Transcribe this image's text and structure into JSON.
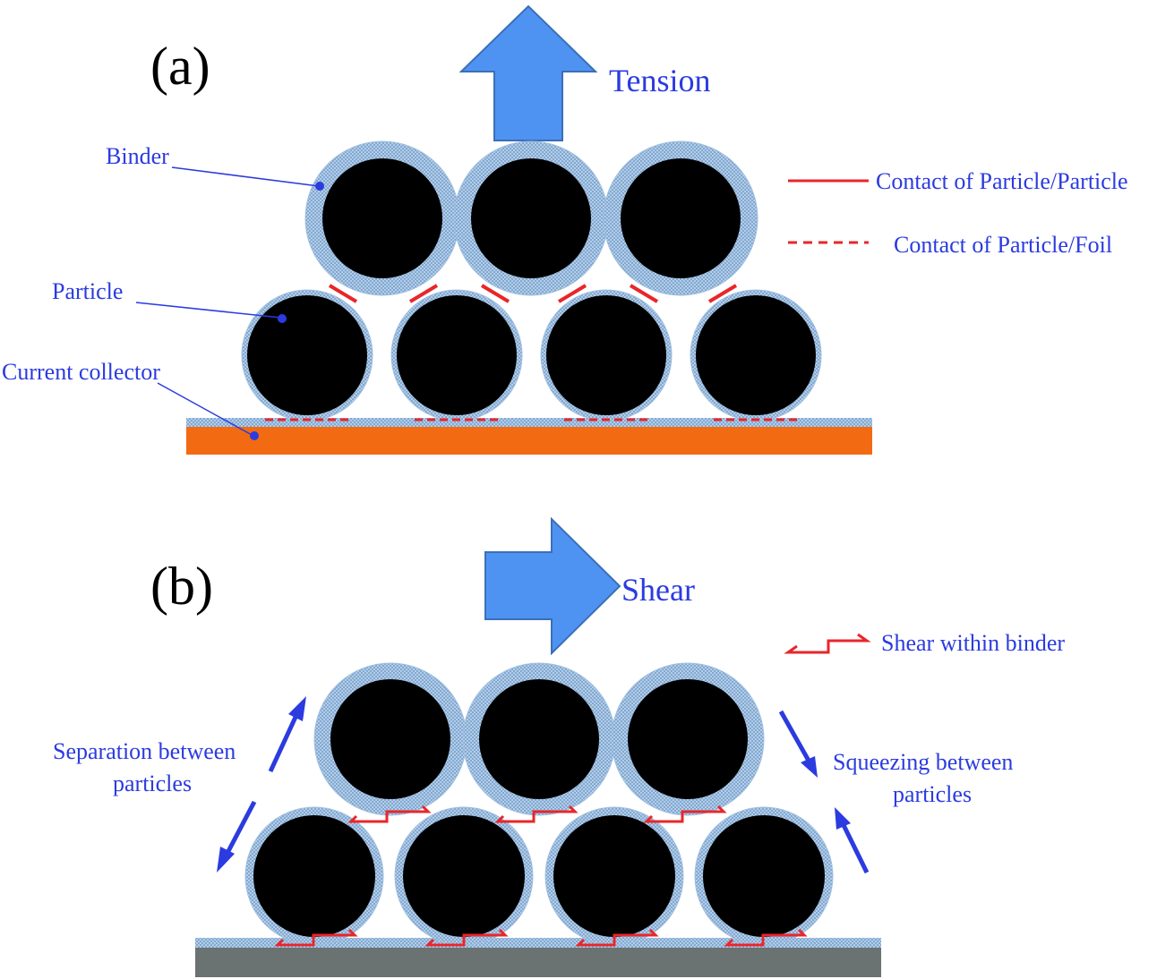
{
  "panel_a": {
    "letter": "(a)",
    "force_label": "Tension",
    "callouts": {
      "binder": "Binder",
      "particle": "Particle",
      "current_collector": "Current collector"
    },
    "legend": {
      "solid": "Contact of Particle/Particle",
      "dashed": "Contact of Particle/Foil"
    }
  },
  "panel_b": {
    "letter": "(b)",
    "force_label": "Shear",
    "legend": {
      "shear": "Shear within binder"
    },
    "separation_label": [
      "Separation between",
      "particles"
    ],
    "squeezing_label": [
      "Squeezing between",
      "particles"
    ]
  },
  "colors": {
    "label_blue": "#2b3be0",
    "arrow_fill": "#4f93f2",
    "contact_red": "#e8262a",
    "collector_a": "#f26b12",
    "collector_b": "#6b7272",
    "binder": "#a9c6e2",
    "particle": "#000000"
  }
}
